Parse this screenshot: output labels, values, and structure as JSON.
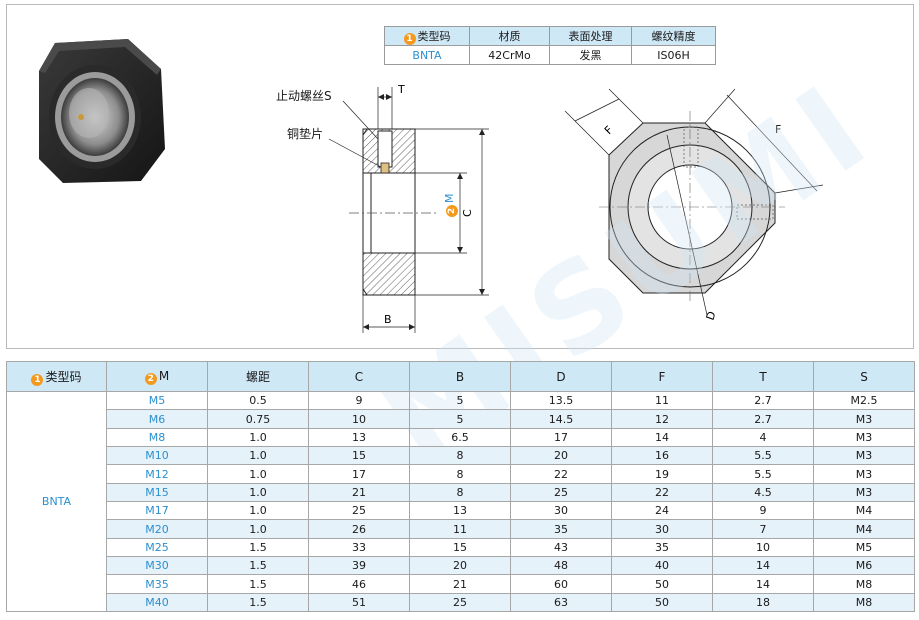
{
  "spec": {
    "headers": [
      "类型码",
      "材质",
      "表面处理",
      "螺纹精度"
    ],
    "values": [
      "BNTA",
      "42CrMo",
      "发黑",
      "IS06H"
    ],
    "badge": "1"
  },
  "drawing": {
    "callout_screw": "止动螺丝S",
    "callout_pad": "铜垫片",
    "dim_t": "T",
    "dim_b": "B",
    "dim_c": "C",
    "dim_m": "M",
    "dim_m_badge": "2",
    "dim_f1": "F",
    "dim_f2": "F",
    "dim_d": "D",
    "watermark": "MISUMI"
  },
  "table": {
    "headers": [
      "类型码",
      "M",
      "螺距",
      "C",
      "B",
      "D",
      "F",
      "T",
      "S"
    ],
    "badge1": "1",
    "badge2": "2",
    "code": "BNTA",
    "rows": [
      [
        "M5",
        "0.5",
        "9",
        "5",
        "13.5",
        "11",
        "2.7",
        "M2.5"
      ],
      [
        "M6",
        "0.75",
        "10",
        "5",
        "14.5",
        "12",
        "2.7",
        "M3"
      ],
      [
        "M8",
        "1.0",
        "13",
        "6.5",
        "17",
        "14",
        "4",
        "M3"
      ],
      [
        "M10",
        "1.0",
        "15",
        "8",
        "20",
        "16",
        "5.5",
        "M3"
      ],
      [
        "M12",
        "1.0",
        "17",
        "8",
        "22",
        "19",
        "5.5",
        "M3"
      ],
      [
        "M15",
        "1.0",
        "21",
        "8",
        "25",
        "22",
        "4.5",
        "M3"
      ],
      [
        "M17",
        "1.0",
        "25",
        "13",
        "30",
        "24",
        "9",
        "M4"
      ],
      [
        "M20",
        "1.0",
        "26",
        "11",
        "35",
        "30",
        "7",
        "M4"
      ],
      [
        "M25",
        "1.5",
        "33",
        "15",
        "43",
        "35",
        "10",
        "M5"
      ],
      [
        "M30",
        "1.5",
        "39",
        "20",
        "48",
        "40",
        "14",
        "M6"
      ],
      [
        "M35",
        "1.5",
        "46",
        "21",
        "60",
        "50",
        "14",
        "M8"
      ],
      [
        "M40",
        "1.5",
        "51",
        "25",
        "63",
        "50",
        "18",
        "M8"
      ]
    ]
  }
}
